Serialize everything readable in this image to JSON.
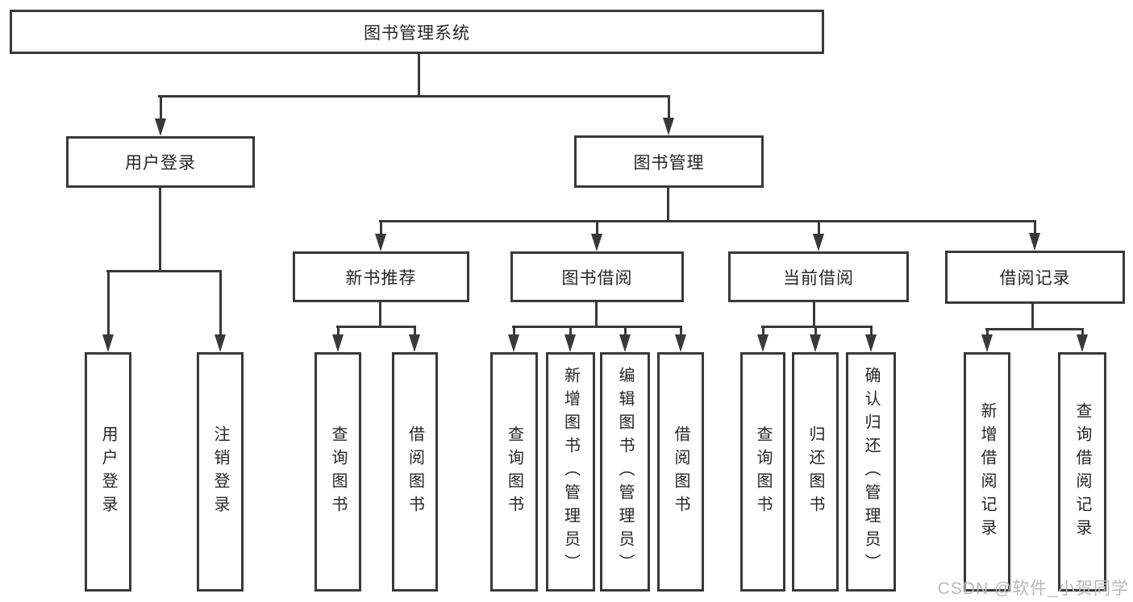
{
  "colors": {
    "line": "#393939",
    "text": "#262626",
    "watermark": "#b9b9b9",
    "background": "#ffffff"
  },
  "watermark": "CSDN @软件_小贺同学",
  "tree": {
    "root": "图书管理系统",
    "children": [
      {
        "label": "用户登录",
        "children": [
          "用户登录",
          "注销登录"
        ]
      },
      {
        "label": "图书管理",
        "children": [
          {
            "label": "新书推荐",
            "children": [
              "查询图书",
              "借阅图书"
            ]
          },
          {
            "label": "图书借阅",
            "children": [
              "查询图书",
              "新增图书（管理员）",
              "编辑图书（管理员）",
              "借阅图书"
            ]
          },
          {
            "label": "当前借阅",
            "children": [
              "查询图书",
              "归还图书",
              "确认归还（管理员）"
            ]
          },
          {
            "label": "借阅记录",
            "children": [
              "新增借阅记录",
              "查询借阅记录"
            ]
          }
        ]
      }
    ]
  }
}
